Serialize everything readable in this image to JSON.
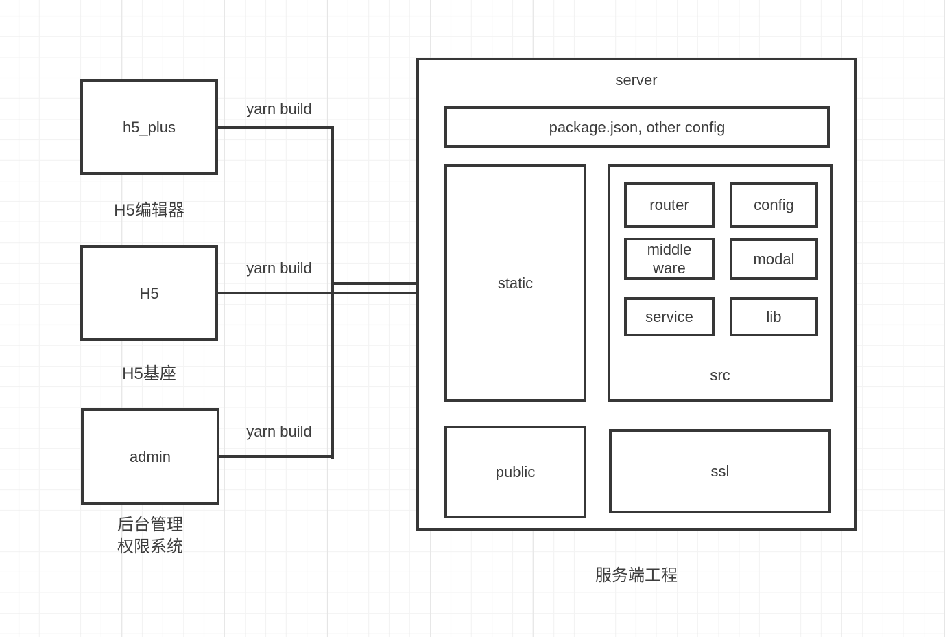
{
  "diagram": {
    "sources": [
      {
        "box_label": "h5_plus",
        "caption": "H5编辑器",
        "edge_label": "yarn build"
      },
      {
        "box_label": "H5",
        "caption": "H5基座",
        "edge_label": "yarn build"
      },
      {
        "box_label": "admin",
        "caption": "后台管理\n权限系统",
        "edge_label": "yarn build"
      }
    ],
    "server": {
      "title": "server",
      "config_bar": "package.json, other config",
      "static_label": "static",
      "src_label": "src",
      "src_children": [
        "router",
        "config",
        "middle\nware",
        "modal",
        "service",
        "lib"
      ],
      "public_label": "public",
      "ssl_label": "ssl",
      "caption": "服务端工程"
    },
    "colors": {
      "stroke": "#373737",
      "text": "#3d3d3d",
      "grid_minor": "#f3f3f3",
      "grid_major": "#e5e5e5",
      "background": "#ffffff"
    }
  }
}
